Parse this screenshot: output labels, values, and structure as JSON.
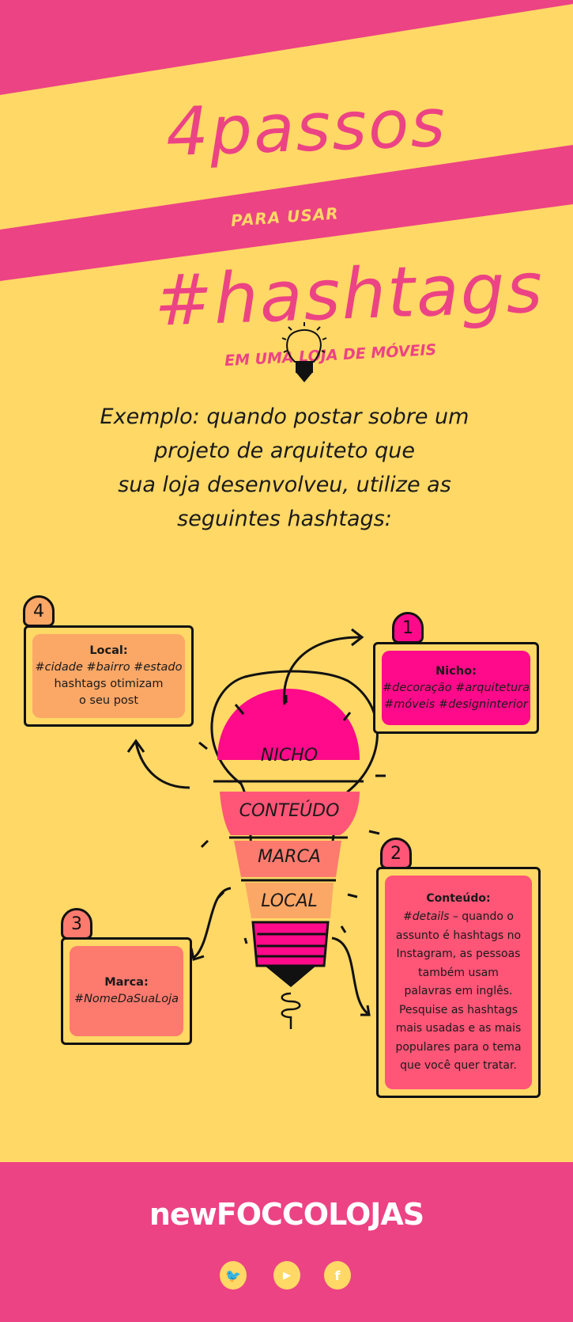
{
  "header": {
    "title_line1": "4passos",
    "title_line2": "PARA USAR",
    "title_line3": "#hashtags",
    "subtitle": "EM UMA LOJA DE MÓVEIS"
  },
  "colors": {
    "background": "#FFD866",
    "accent_pink": "#EC4384",
    "nicho": "#FF0A8A",
    "conteudo": "#FF5577",
    "marca": "#FC7B6E",
    "local": "#FBA766"
  },
  "intro_icon": "lightbulb-icon",
  "example_lines": [
    "Exemplo: quando postar sobre um",
    "projeto de arquiteto que",
    "sua loja desenvolveu, utilize as",
    "seguintes hashtags:"
  ],
  "bulb_labels": [
    "NICHO",
    "CONTEÚDO",
    "MARCA",
    "LOCAL"
  ],
  "steps": [
    {
      "number": "1",
      "title": "Nicho:",
      "lines": [
        "#decoração #arquitetura",
        "#móveis #designinterior"
      ]
    },
    {
      "number": "2",
      "title": "Conteúdo:",
      "lead": "#details",
      "lines": [
        " – quando o",
        "assunto é hashtags no",
        "Instagram, as pessoas",
        "também usam",
        "palavras em inglês.",
        "Pesquise as hashtags",
        "mais usadas e as mais",
        "populares para o tema",
        "que você quer tratar."
      ]
    },
    {
      "number": "3",
      "title": "Marca:",
      "lines": [
        "#NomeDaSuaLoja"
      ]
    },
    {
      "number": "4",
      "title": "Local:",
      "lines": [
        "#cidade #bairro #estado",
        "hashtags otimizam",
        "o seu post"
      ]
    }
  ],
  "footer": {
    "logo": "newFOCCOLOJAS",
    "social": [
      "twitter-icon",
      "youtube-icon",
      "facebook-icon"
    ],
    "social_glyphs": [
      "🐦",
      "▶",
      "f"
    ]
  }
}
